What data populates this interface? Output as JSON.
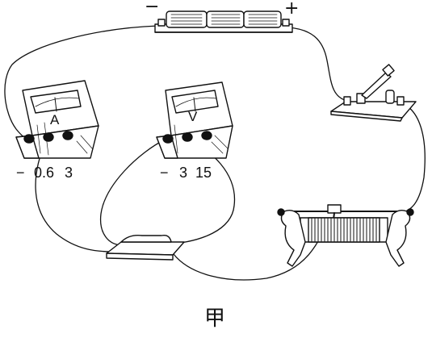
{
  "battery": {
    "negative": "−",
    "positive": "+"
  },
  "ammeter": {
    "letter": "A",
    "terminals": [
      "−",
      "0.6",
      "3"
    ]
  },
  "voltmeter": {
    "letter": "V",
    "terminals": [
      "−",
      "3",
      "15"
    ]
  },
  "caption": "甲"
}
